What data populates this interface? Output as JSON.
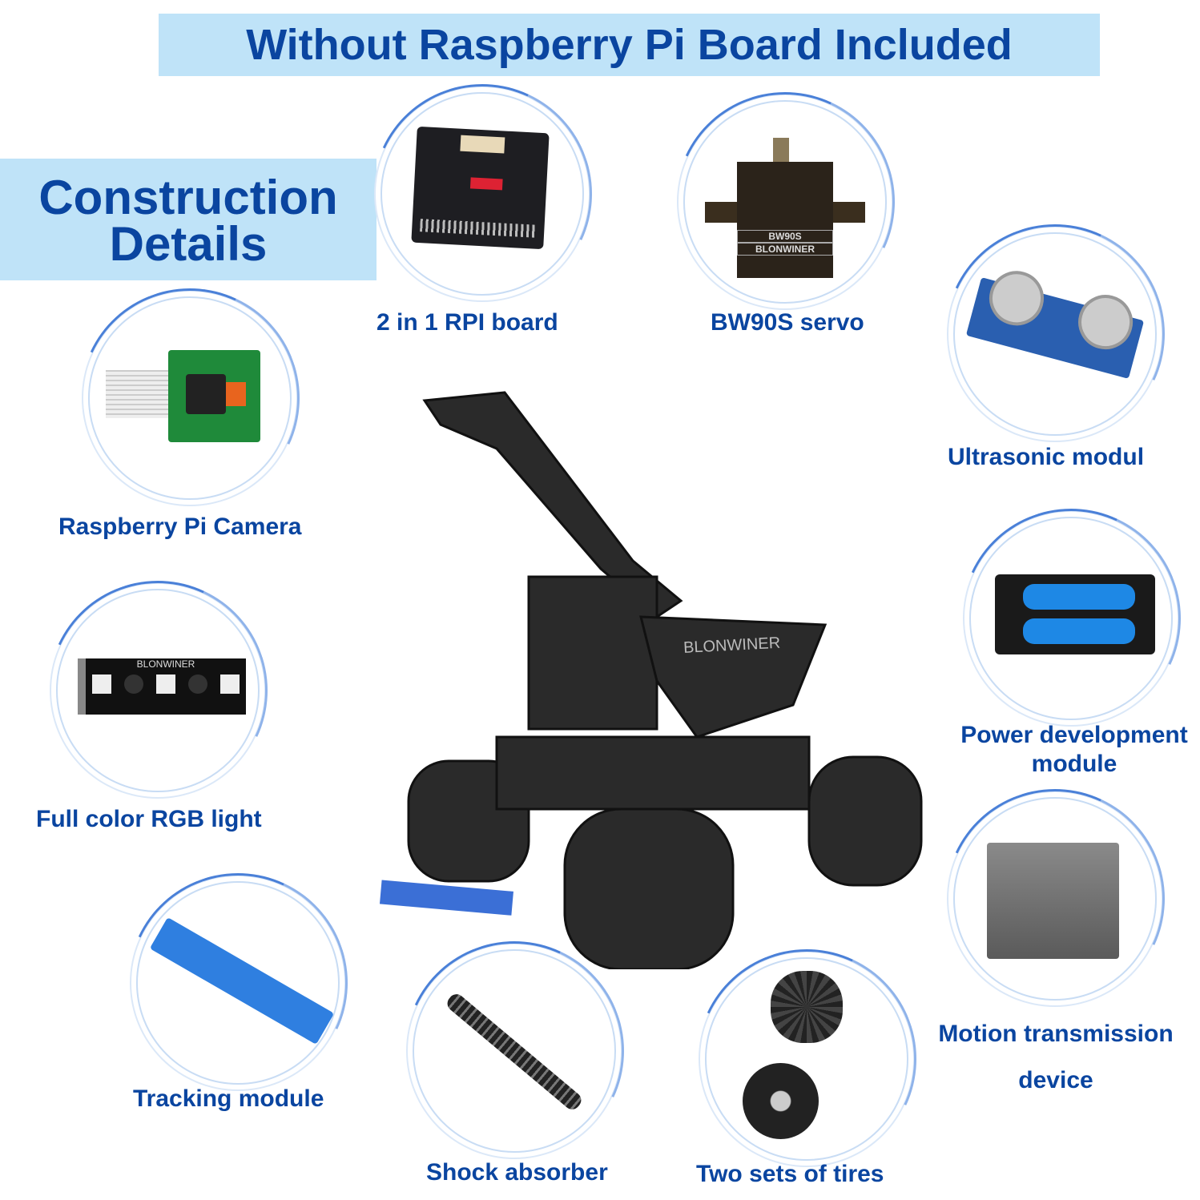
{
  "header": {
    "title": "Without Raspberry Pi Board Included"
  },
  "section": {
    "line1": "Construction",
    "line2": "Details"
  },
  "components": [
    {
      "label": "2 in 1 RPI board",
      "icon": "controller-board"
    },
    {
      "label": "BW90S servo",
      "icon": "servo",
      "print": [
        "BW90S",
        "BLONWINER"
      ]
    },
    {
      "label": "Ultrasonic modul",
      "icon": "ultrasonic-sensor"
    },
    {
      "label": "Raspberry Pi Camera",
      "icon": "camera-module"
    },
    {
      "label": "Power development module",
      "line1": "Power development",
      "line2": "module",
      "icon": "battery-module"
    },
    {
      "label": "Full color RGB light",
      "icon": "rgb-light",
      "print": "BLONWINER"
    },
    {
      "label": "Motion transmission device",
      "line1": "Motion transmission",
      "line2": "device",
      "icon": "gearbox"
    },
    {
      "label": "Tracking module",
      "icon": "tracking-sensor"
    },
    {
      "label": "Shock absorber",
      "icon": "shock-absorber"
    },
    {
      "label": "Two sets of tires",
      "icon": "tires"
    }
  ],
  "robot": {
    "brand": "BLONWINER"
  },
  "colors": {
    "text": "#0a45a0",
    "banner": "#bfe3f8",
    "ring": "#4a80d8"
  }
}
